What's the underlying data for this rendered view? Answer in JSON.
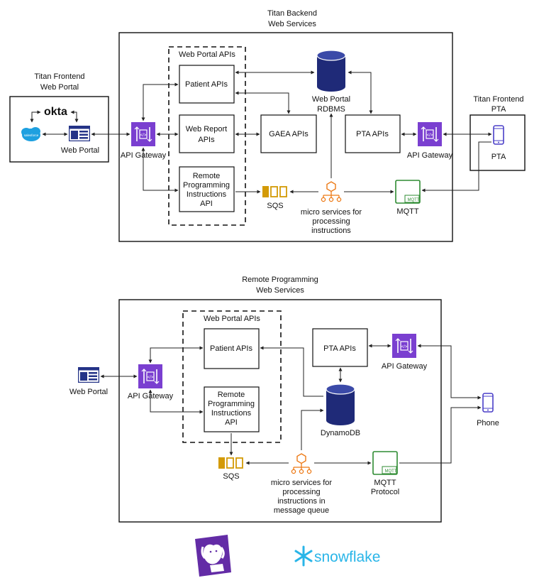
{
  "top": {
    "title_line1": "Titan Backend",
    "title_line2": "Web Services",
    "frontend_title_line1": "Titan Frontend",
    "frontend_title_line2": "Web Portal",
    "okta_label": "okta",
    "salesforce_label": "salesforce",
    "web_portal_label": "Web Portal",
    "api_gateway_left": "API Gateway",
    "group_label": "Web Portal APIs",
    "patient_apis": "Patient APIs",
    "web_report_line1": "Web Report",
    "web_report_line2": "APIs",
    "remote_line1": "Remote",
    "remote_line2": "Programming",
    "remote_line3": "Instructions",
    "remote_line4": "API",
    "db_line1": "Web Portal",
    "db_line2": "RDBMS",
    "gaea_apis": "GAEA APIs",
    "pta_apis": "PTA APIs",
    "api_gateway_right": "API Gateway",
    "pta_frontend_line1": "Titan Frontend",
    "pta_frontend_line2": "PTA",
    "pta_device": "PTA",
    "sqs": "SQS",
    "micro_line1": "micro services for",
    "micro_line2": "processing",
    "micro_line3": "instructions",
    "mqtt": "MQTT",
    "mqtt_badge": "MQTT"
  },
  "bottom": {
    "title_line1": "Remote Programming",
    "title_line2": "Web Services",
    "web_portal_label": "Web Portal",
    "api_gateway_left": "API Gateway",
    "group_label": "Web Portal APIs",
    "patient_apis": "Patient APIs",
    "remote_line1": "Remote",
    "remote_line2": "Programming",
    "remote_line3": "Instructions",
    "remote_line4": "API",
    "pta_apis": "PTA APIs",
    "api_gateway_right": "API Gateway",
    "db_label": "DynamoDB",
    "sqs": "SQS",
    "micro_line1": "micro services for",
    "micro_line2": "processing",
    "micro_line3": "instructions in",
    "micro_line4": "message queue",
    "mqtt_line1": "MQTT",
    "mqtt_line2": "Protocol",
    "mqtt_badge": "MQTT",
    "phone": "Phone"
  },
  "logos": {
    "snowflake": "snowflake"
  },
  "colors": {
    "gateway_purple": "#7a3fd0",
    "db_navy": "#1f2a78",
    "sqs_gold": "#d39a06",
    "micro_orange": "#ed7a16",
    "mqtt_green": "#2e8b32",
    "portal_navy": "#243387",
    "salesforce_blue": "#1ea0e0",
    "snowflake_blue": "#29b5e8",
    "datadog_purple": "#632ca6"
  }
}
